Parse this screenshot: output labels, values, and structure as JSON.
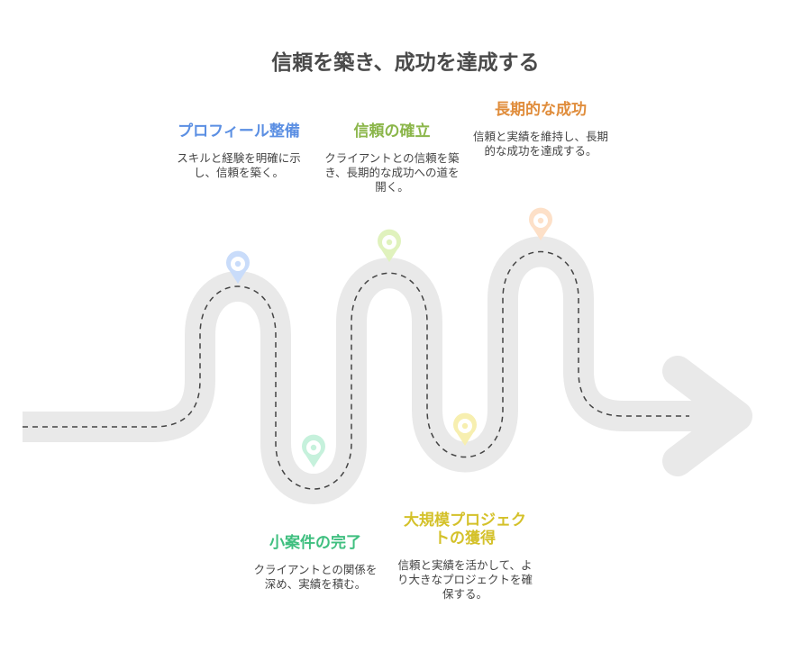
{
  "title": "信頼を築き、成功を達成する",
  "milestones": [
    {
      "heading": "プロフィール整備",
      "text": "スキルと経験を明確に示し、信頼を築く。",
      "color": "#5b8fe3",
      "pin": "#c9dcfa"
    },
    {
      "heading": "信頼の確立",
      "text": "クライアントとの信頼を築き、長期的な成功への道を開く。",
      "color": "#8bb64a",
      "pin": "#e0f2bd"
    },
    {
      "heading": "長期的な成功",
      "text": "信頼と実績を維持し、長期的な成功を達成する。",
      "color": "#e08d3c",
      "pin": "#fde0c8"
    },
    {
      "heading": "小案件の完了",
      "text": "クライアントとの関係を深め、実績を積む。",
      "color": "#3fbf7f",
      "pin": "#c6f1dc"
    },
    {
      "heading": "大規模プロジェクトの獲得",
      "text": "信頼と実績を活かして、より大きなプロジェクトを確保する。",
      "color": "#d4c12a",
      "pin": "#f7efb0"
    }
  ],
  "colors": {
    "road": "#e9e9e9",
    "dash": "#444444",
    "title": "#4a4a4a"
  }
}
